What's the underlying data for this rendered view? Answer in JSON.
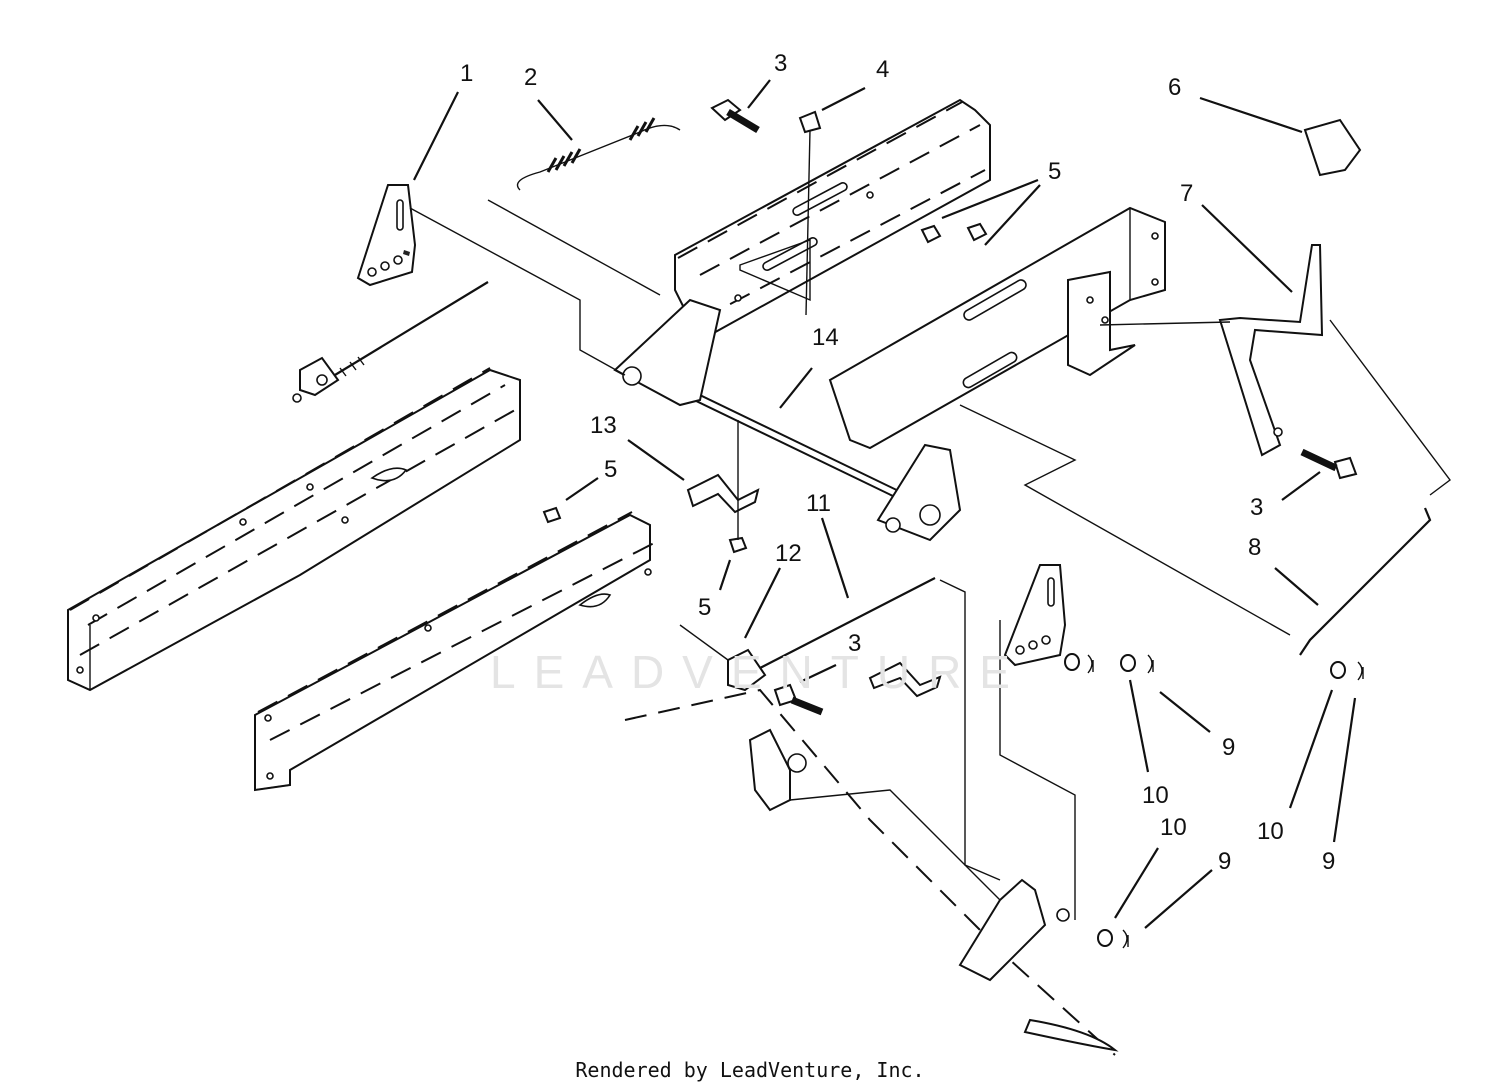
{
  "diagram": {
    "footer": "Rendered by LeadVenture, Inc.",
    "watermark": "LEADVENTURE",
    "callouts": [
      {
        "id": "c1",
        "label": "1"
      },
      {
        "id": "c2",
        "label": "2"
      },
      {
        "id": "c3a",
        "label": "3"
      },
      {
        "id": "c4",
        "label": "4"
      },
      {
        "id": "c5a",
        "label": "5"
      },
      {
        "id": "c6",
        "label": "6"
      },
      {
        "id": "c7",
        "label": "7"
      },
      {
        "id": "c14",
        "label": "14"
      },
      {
        "id": "c13",
        "label": "13"
      },
      {
        "id": "c5b",
        "label": "5"
      },
      {
        "id": "c11",
        "label": "11"
      },
      {
        "id": "c12",
        "label": "12"
      },
      {
        "id": "c5c",
        "label": "5"
      },
      {
        "id": "c3b",
        "label": "3"
      },
      {
        "id": "c3c",
        "label": "3"
      },
      {
        "id": "c8",
        "label": "8"
      },
      {
        "id": "c9a",
        "label": "9"
      },
      {
        "id": "c10a",
        "label": "10"
      },
      {
        "id": "c10b",
        "label": "10"
      },
      {
        "id": "c9b",
        "label": "9"
      },
      {
        "id": "c10c",
        "label": "10"
      },
      {
        "id": "c9c",
        "label": "9"
      }
    ]
  }
}
